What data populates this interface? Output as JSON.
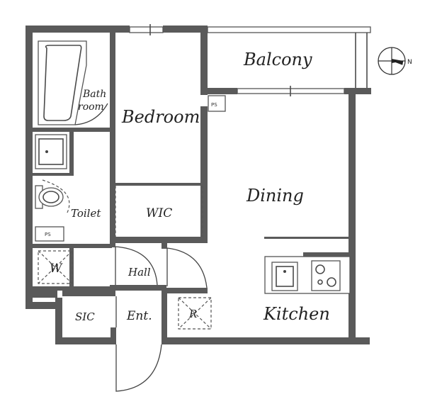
{
  "rooms": {
    "balcony": "Balcony",
    "bathroom_line1": "Bath",
    "bathroom_line2": "room",
    "bedroom": "Bedroom",
    "dining": "Dining",
    "toilet": "Toilet",
    "wic": "WIC",
    "hall": "Hall",
    "kitchen": "Kitchen",
    "sic": "SIC",
    "entrance": "Ent.",
    "washer": "W",
    "refrigerator": "R",
    "pipe_space": "PS"
  },
  "compass": {
    "north_label": "N"
  }
}
